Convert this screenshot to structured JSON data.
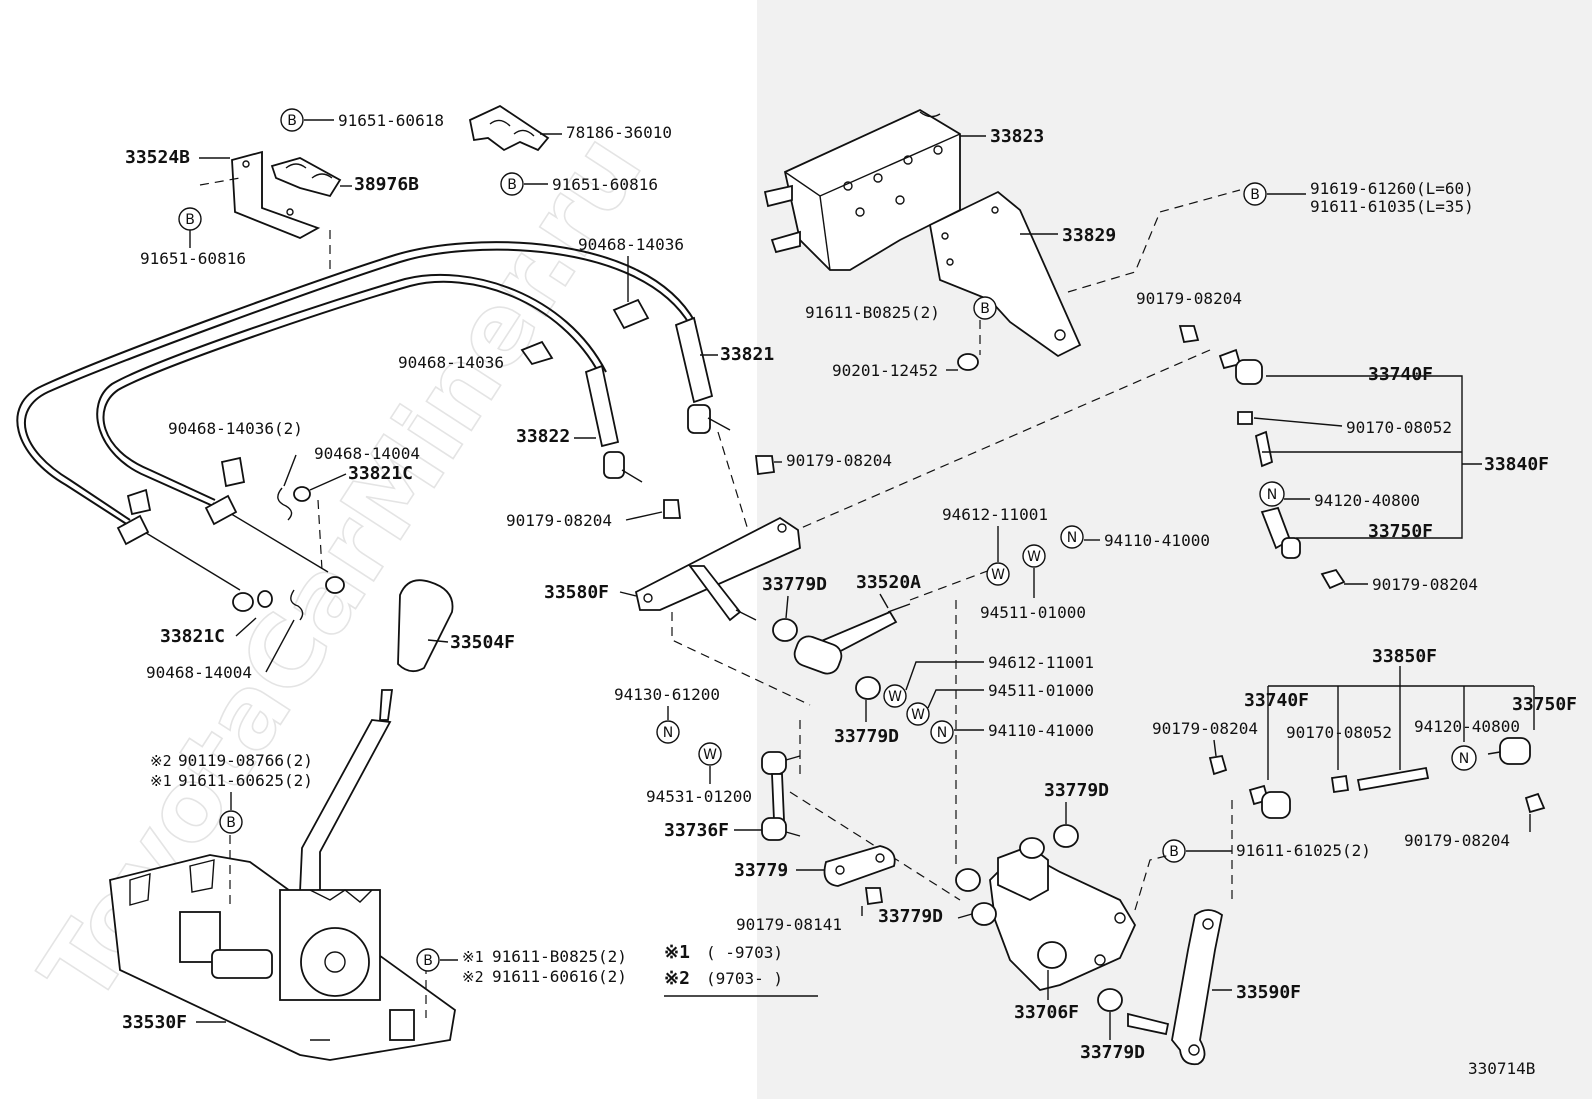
{
  "watermark": "ToyotaCarMiner.ru",
  "diagram_code": "330714B",
  "callout_letters": {
    "B": "B",
    "N": "N",
    "W": "W"
  },
  "legend": {
    "note1_mark": "※1",
    "note1_text": "(      -9703)",
    "note2_mark": "※2",
    "note2_text": "(9703-      )"
  },
  "labels": {
    "p33524B": "33524B",
    "p91651_60618": "91651-60618",
    "p78186_36010": "78186-36010",
    "p38976B": "38976B",
    "p91651_60816_a": "91651-60816",
    "p91651_60816_b": "91651-60816",
    "p33823": "33823",
    "p33829": "33829",
    "p91619_61260": "91619-61260(L=60)",
    "p91611_61035": "91611-61035(L=35)",
    "p90468_14036_a": "90468-14036",
    "p90468_14036_b": "90468-14036",
    "p90468_14036_2": "90468-14036(2)",
    "p90468_14004_a": "90468-14004",
    "p90468_14004_b": "90468-14004",
    "p33821": "33821",
    "p33821C_a": "33821C",
    "p33821C_b": "33821C",
    "p33822": "33822",
    "p91611_B0825_2": "91611-B0825(2)",
    "p90201_12452": "90201-12452",
    "p90179_08204_a": "90179-08204",
    "p90179_08204_b": "90179-08204",
    "p90179_08204_c": "90179-08204",
    "p90179_08204_d": "90179-08204",
    "p90179_08204_e": "90179-08204",
    "p90179_08204_f": "90179-08204",
    "p33740F_a": "33740F",
    "p33740F_b": "33740F",
    "p90170_08052_a": "90170-08052",
    "p90170_08052_b": "90170-08052",
    "p33840F": "33840F",
    "p94120_40800_a": "94120-40800",
    "p94120_40800_b": "94120-40800",
    "p33750F_a": "33750F",
    "p33750F_b": "33750F",
    "p94612_11001_a": "94612-11001",
    "p94612_11001_b": "94612-11001",
    "p94110_41000_a": "94110-41000",
    "p94110_41000_b": "94110-41000",
    "p94511_01000_a": "94511-01000",
    "p94511_01000_b": "94511-01000",
    "p33580F": "33580F",
    "p33779D_a": "33779D",
    "p33779D_b": "33779D",
    "p33779D_c": "33779D",
    "p33779D_d": "33779D",
    "p33779D_e": "33779D",
    "p33520A": "33520A",
    "p33504F": "33504F",
    "p94130_61200": "94130-61200",
    "p94531_01200": "94531-01200",
    "p33736F": "33736F",
    "p33779": "33779",
    "p90179_08141": "90179-08141",
    "p33850F": "33850F",
    "p91611_61025_2": "91611-61025(2)",
    "p90119_08766_2": "90119-08766(2)",
    "p91611_60625_2": "91611-60625(2)",
    "p91611_B0825_2b": "91611-B0825(2)",
    "p91611_60616_2": "91611-60616(2)",
    "p33530F": "33530F",
    "p33706F": "33706F",
    "p33590F": "33590F",
    "mark1": "※1",
    "mark2": "※2"
  }
}
